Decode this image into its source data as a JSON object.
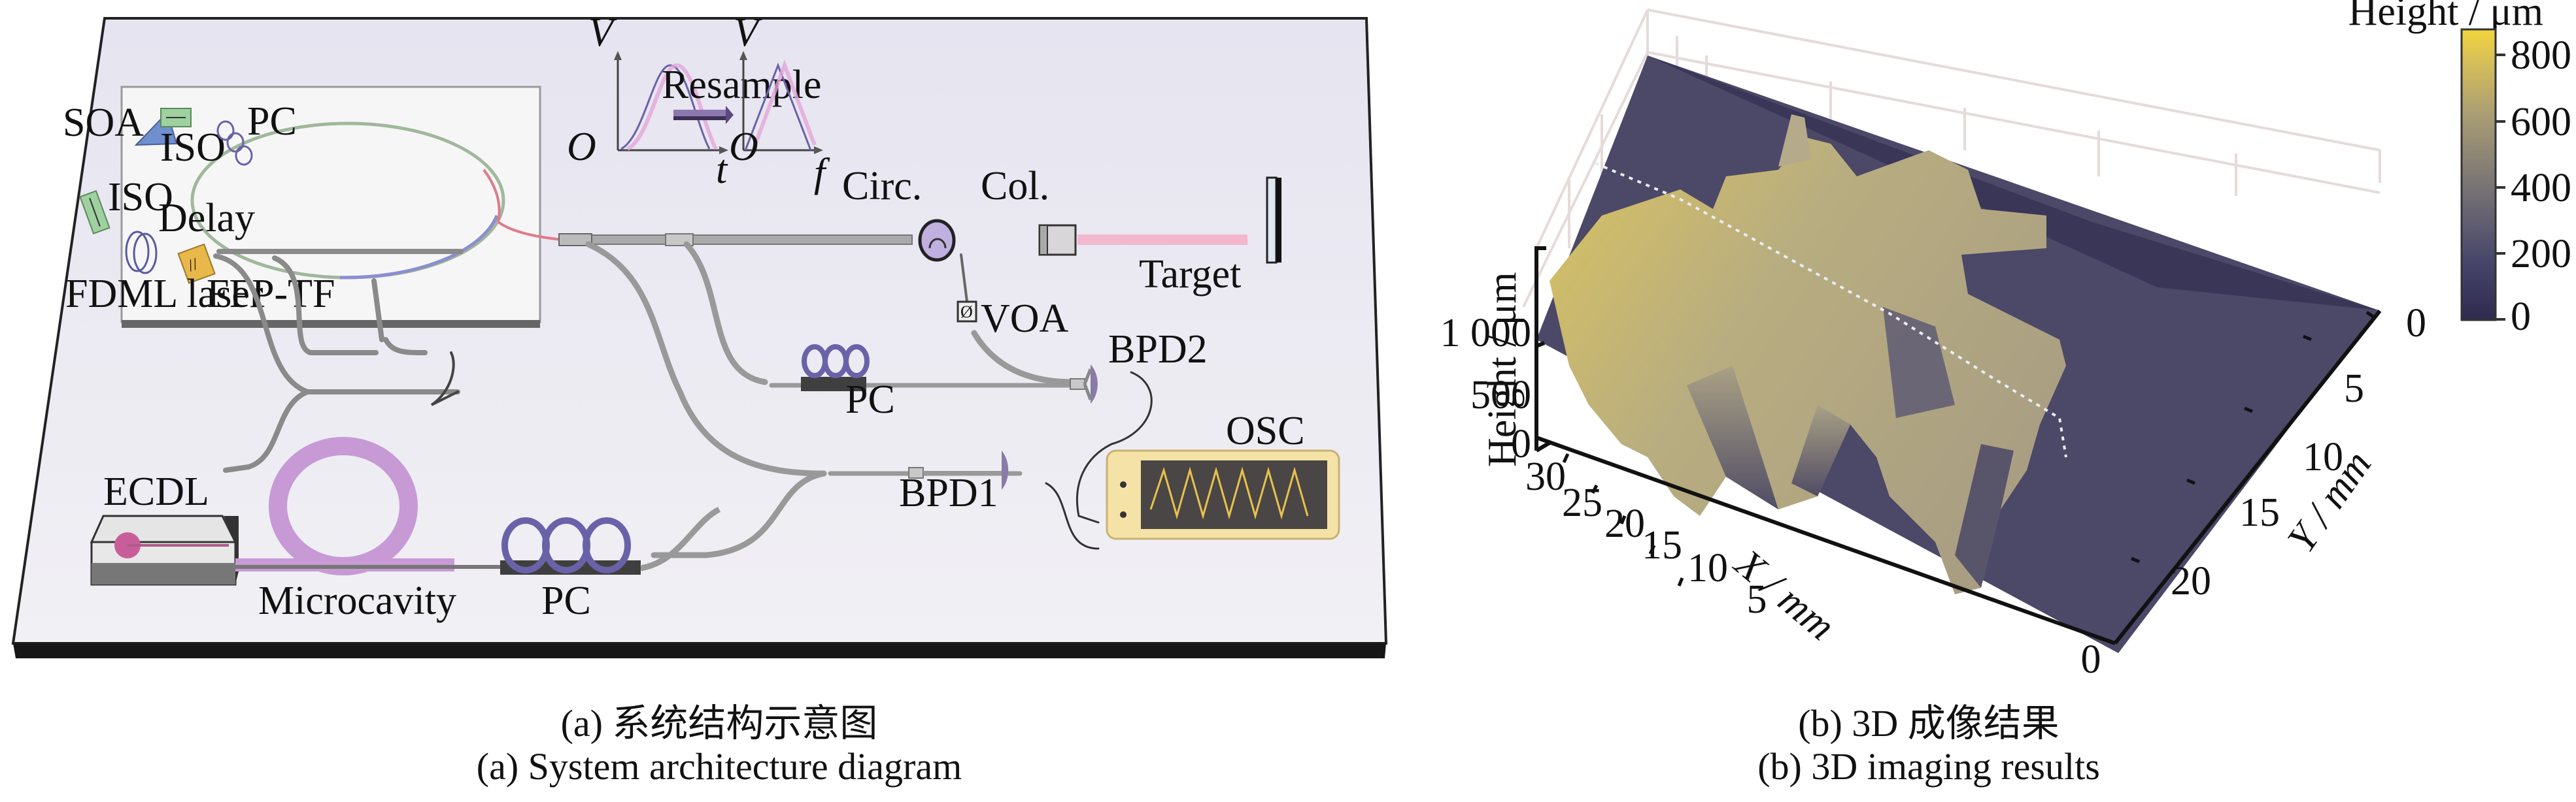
{
  "panel_a": {
    "caption_cn": "(a) 系统结构示意图",
    "caption_en": "(a) System architecture diagram",
    "fdml_box": {
      "labels": {
        "soa": "SOA",
        "iso_top": "ISO",
        "pc": "PC",
        "iso_left": "ISO",
        "delay": "Delay",
        "laser": "FDML laser",
        "filter": "FFP-TF"
      }
    },
    "signal_plots": {
      "left": {
        "y_label": "V",
        "x_label": "t",
        "origin": "O",
        "shape": "sinusoidal-peak"
      },
      "arrow_label": "Resample",
      "right": {
        "y_label": "V",
        "x_label": "f",
        "origin": "O",
        "shape": "triangular-peak"
      }
    },
    "components": {
      "circulator": "Circ.",
      "collimator": "Col.",
      "target": "Target",
      "voa": "VOA",
      "voa_symbol": "Ø",
      "pc_upper": "PC",
      "bpd2": "BPD2",
      "bpd1": "BPD1",
      "osc": "OSC",
      "ecdl": "ECDL",
      "microcavity": "Microcavity",
      "pc_lower": "PC"
    },
    "colors": {
      "board": "#e9e8f0",
      "soa": "#6f8fcf",
      "iso": "#9fd1a0",
      "filter": "#e8b84a",
      "component_purple": "#8a7aa8",
      "pc_loop": "#6a62a8",
      "microcavity": "#c79ad6",
      "beam": "#f1a9c1",
      "osc_frame": "#f4e2a6",
      "osc_screen": "#4a4646",
      "osc_wave": "#e8c24a"
    }
  },
  "panel_b": {
    "caption_cn": "(b) 3D 成像结果",
    "caption_en": "(b) 3D imaging results"
  },
  "chart_data": {
    "type": "heatmap",
    "subtype": "3d-surface",
    "title": "",
    "xlabel": "X / mm",
    "ylabel": "Y / mm",
    "zlabel": "Height / μm",
    "x_ticks": [
      "30",
      "25",
      "20",
      "15",
      "10",
      "5",
      "0"
    ],
    "x_range": [
      0,
      30
    ],
    "y_ticks": [
      "0",
      "5",
      "10",
      "15",
      "20"
    ],
    "y_range": [
      0,
      22
    ],
    "z_ticks": [
      "0",
      "500",
      "1 000"
    ],
    "z_range": [
      0,
      1000
    ],
    "colorbar": {
      "label": "Height / μm",
      "ticks": [
        "0",
        "200",
        "400",
        "600",
        "800"
      ],
      "tick_values": [
        0,
        200,
        400,
        600,
        800
      ],
      "range": [
        0,
        870
      ],
      "colormap": [
        "#2e2a4e",
        "#4a4a6a",
        "#7a7474",
        "#a89c76",
        "#d8bf5a",
        "#f0d23e"
      ]
    },
    "grid": true,
    "description": "Stepped surface: raised (~700-870 μm) letter-like plateau over a low (~100-300 μm) base; a dotted white profile line crosses the surface diagonally."
  }
}
